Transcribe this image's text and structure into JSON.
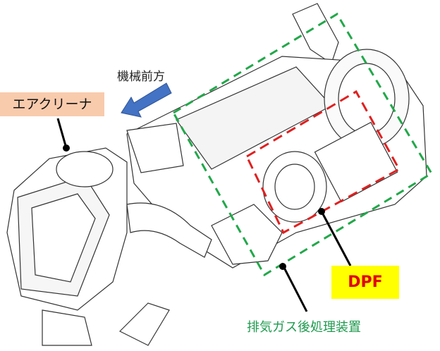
{
  "labels": {
    "air_cleaner": "エアクリーナ",
    "machine_front": "機械前方",
    "dpf": "DPF",
    "exhaust_aftertreatment": "排気ガス後処理装置"
  },
  "colors": {
    "air_cleaner_bg": "#f8cbad",
    "dpf_bg": "#ffff00",
    "dpf_text": "#e00000",
    "exhaust_text": "#1e9a4e",
    "arrow": "#4472c4",
    "green_dash": "#22a84a",
    "red_dash": "#e02020"
  }
}
